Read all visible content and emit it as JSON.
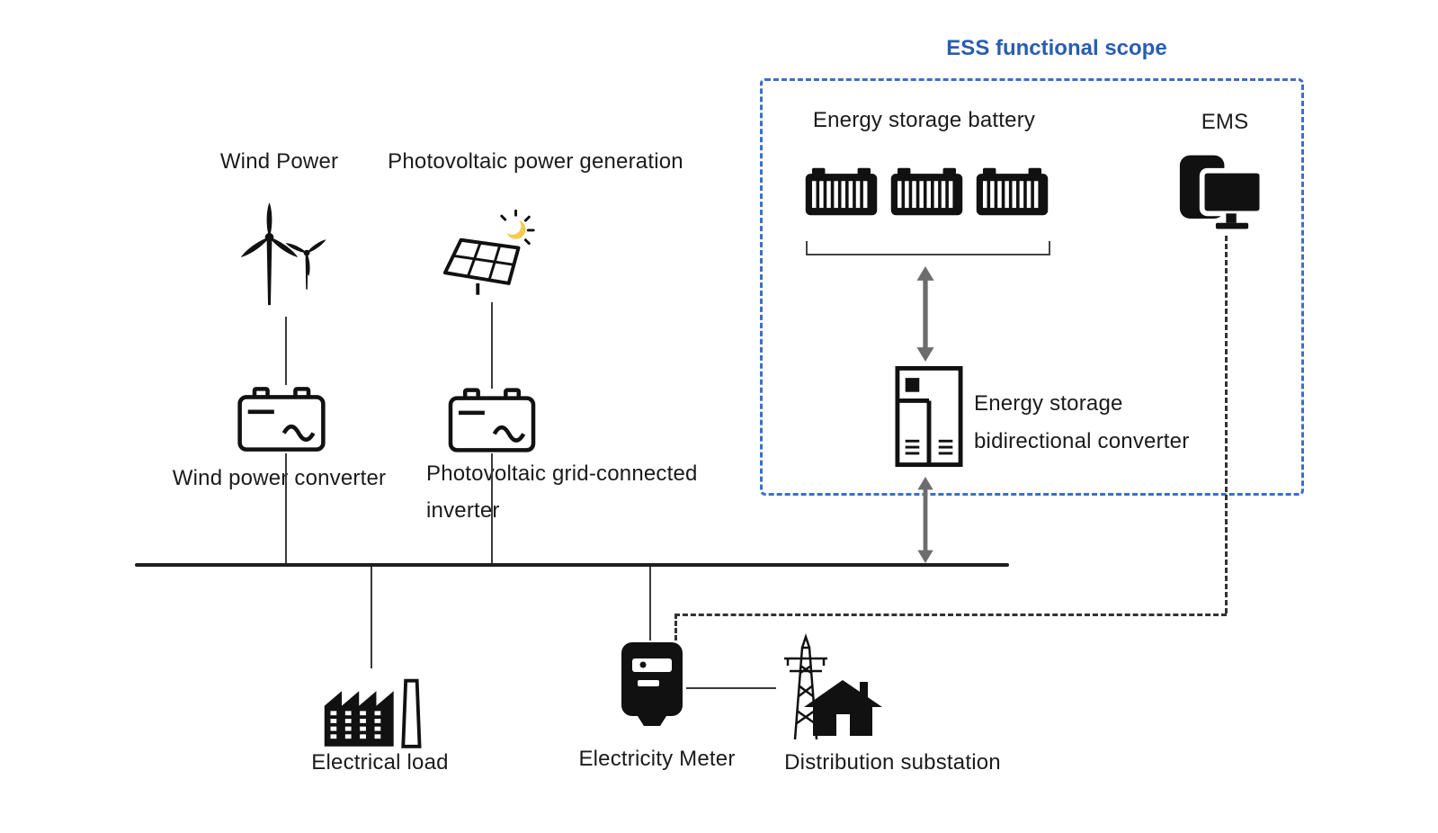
{
  "labels": {
    "ess_scope": "ESS functional scope",
    "wind_power": "Wind Power",
    "pv_generation": "Photovoltaic power generation",
    "energy_storage_battery": "Energy storage battery",
    "ems": "EMS",
    "wind_converter": "Wind power converter",
    "pv_inverter": "Photovoltaic grid-connected inverter",
    "es_converter": "Energy storage bidirectional converter",
    "electrical_load": "Electrical load",
    "electricity_meter": "Electricity Meter",
    "distribution_substation": "Distribution substation"
  },
  "icons": {
    "wind_turbine": "wind-turbine-icon",
    "solar_panel": "solar-panel-icon",
    "converter_battery": "converter-box-icon",
    "storage_battery": "battery-icon",
    "ems_computer": "ems-computer-icon",
    "converter_cabinet": "converter-cabinet-icon",
    "factory": "factory-icon",
    "electricity_meter": "electricity-meter-icon",
    "transmission_tower": "transmission-tower-icon",
    "substation_house": "substation-house-icon",
    "flow_arrow": "double-arrow-icon"
  },
  "colors": {
    "scope_border": "#3c6fc8",
    "scope_title": "#2a5db0",
    "icon_black": "#111111",
    "arrow_gray": "#6d6d6d",
    "bus_line": "#1f1f1f",
    "sun_yellow": "#f6c94f"
  }
}
